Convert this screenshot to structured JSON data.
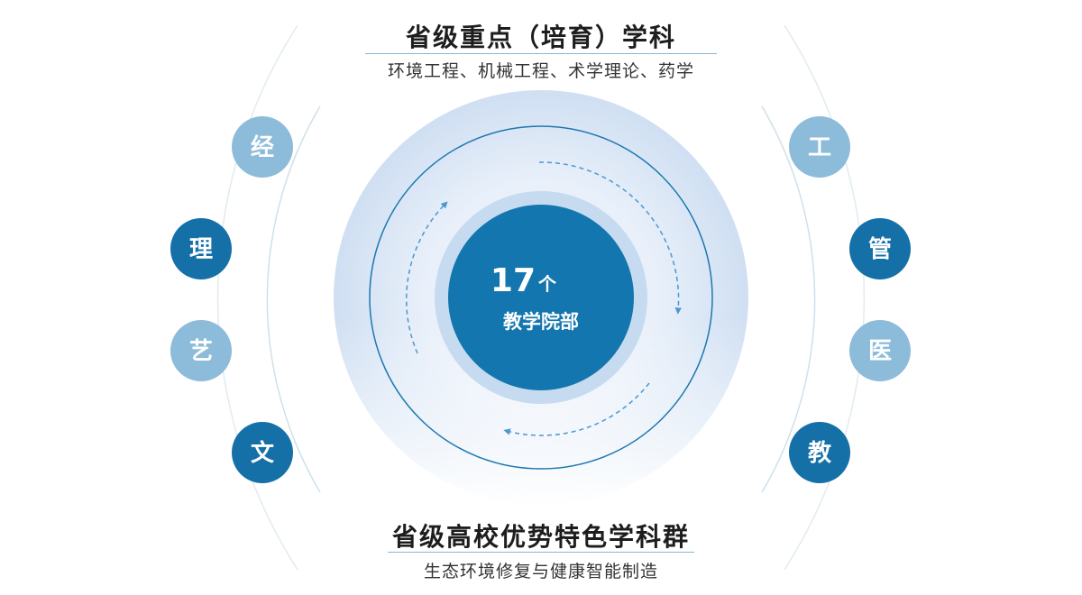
{
  "top": {
    "title": "省级重点（培育）学科",
    "subtitle": "环境工程、机械工程、术学理论、药学"
  },
  "center": {
    "count": "17",
    "count_unit": "个",
    "label": "教学院部"
  },
  "left_disciplines": [
    {
      "label": "经",
      "style": "light"
    },
    {
      "label": "理",
      "style": "dark"
    },
    {
      "label": "艺",
      "style": "light"
    },
    {
      "label": "文",
      "style": "dark"
    }
  ],
  "right_disciplines": [
    {
      "label": "工",
      "style": "light"
    },
    {
      "label": "管",
      "style": "dark"
    },
    {
      "label": "医",
      "style": "light"
    },
    {
      "label": "教",
      "style": "dark"
    }
  ],
  "bottom": {
    "title": "省级高校优势特色学科群",
    "subtitle": "生态环境修复与健康智能制造"
  },
  "colors": {
    "dark": "#1570a8",
    "light": "#8dbcdb",
    "center": "#1376ae",
    "center_ring": "#c6dbf0",
    "line": "#1d78b0",
    "arrow": "#4a98d0",
    "arc": "#cfe0ea"
  }
}
